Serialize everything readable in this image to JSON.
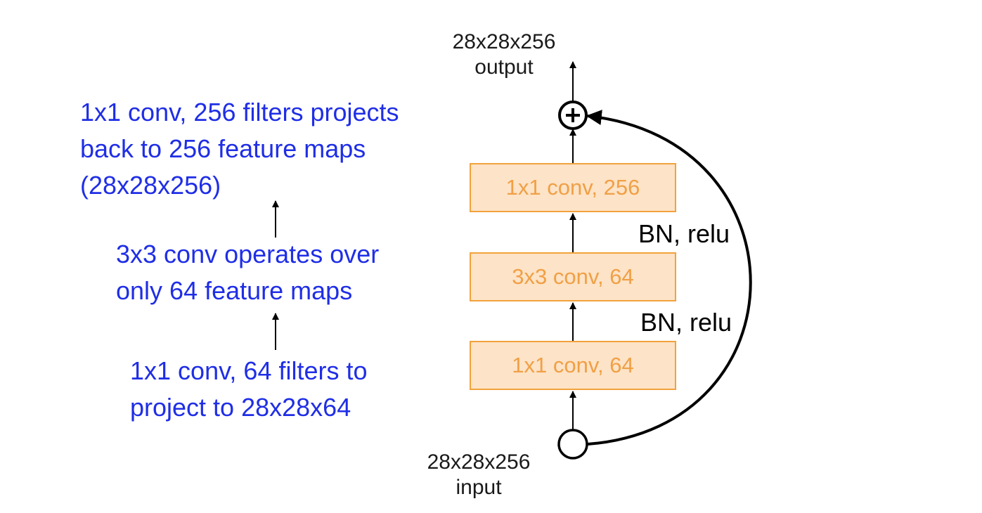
{
  "annotations": {
    "projection_note": [
      "1x1 conv, 256 filters projects",
      "back to 256 feature maps",
      "(28x28x256)"
    ],
    "middle_note": [
      "3x3 conv operates over",
      "only 64 feature maps"
    ],
    "reduction_note": [
      "1x1 conv, 64 filters to",
      "project to 28x28x64"
    ]
  },
  "block": {
    "output": {
      "shape": "28x28x256",
      "label": "output"
    },
    "input": {
      "shape": "28x28x256",
      "label": "input"
    },
    "layers": [
      {
        "label": "1x1 conv, 256"
      },
      {
        "label": "3x3 conv, 64"
      },
      {
        "label": "1x1 conv, 64"
      }
    ],
    "activations": [
      {
        "label": "BN, relu"
      },
      {
        "label": "BN, relu"
      }
    ]
  },
  "colors": {
    "note_text": "#1f2ee6",
    "layer_fill": "#fde3c7",
    "layer_border": "#f2a23c",
    "layer_text": "#f0a046",
    "wire": "#000000"
  }
}
